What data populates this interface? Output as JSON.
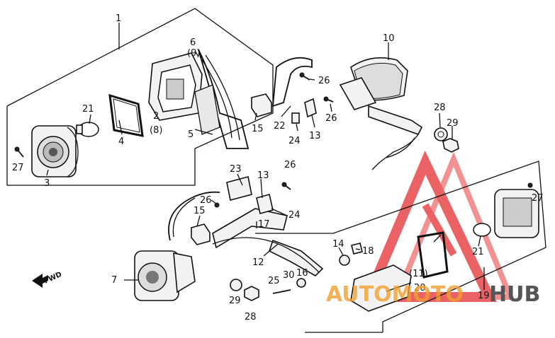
{
  "diagram": {
    "callouts": [
      "1",
      "2",
      "(8)",
      "3",
      "4",
      "5",
      "6",
      "(9)",
      "7",
      "10",
      "12",
      "13",
      "14",
      "15",
      "16",
      "17",
      "18",
      "19",
      "20",
      "(11)",
      "21",
      "22",
      "23",
      "24",
      "25",
      "26",
      "27",
      "28",
      "29",
      "30"
    ],
    "fwd_label": "FWD"
  },
  "watermark": {
    "part1": "AUTOMOTO",
    "part2": "HUB",
    "primary_color": "#e8474a",
    "secondary_color": "#f0a030",
    "dark_color": "#555555"
  }
}
